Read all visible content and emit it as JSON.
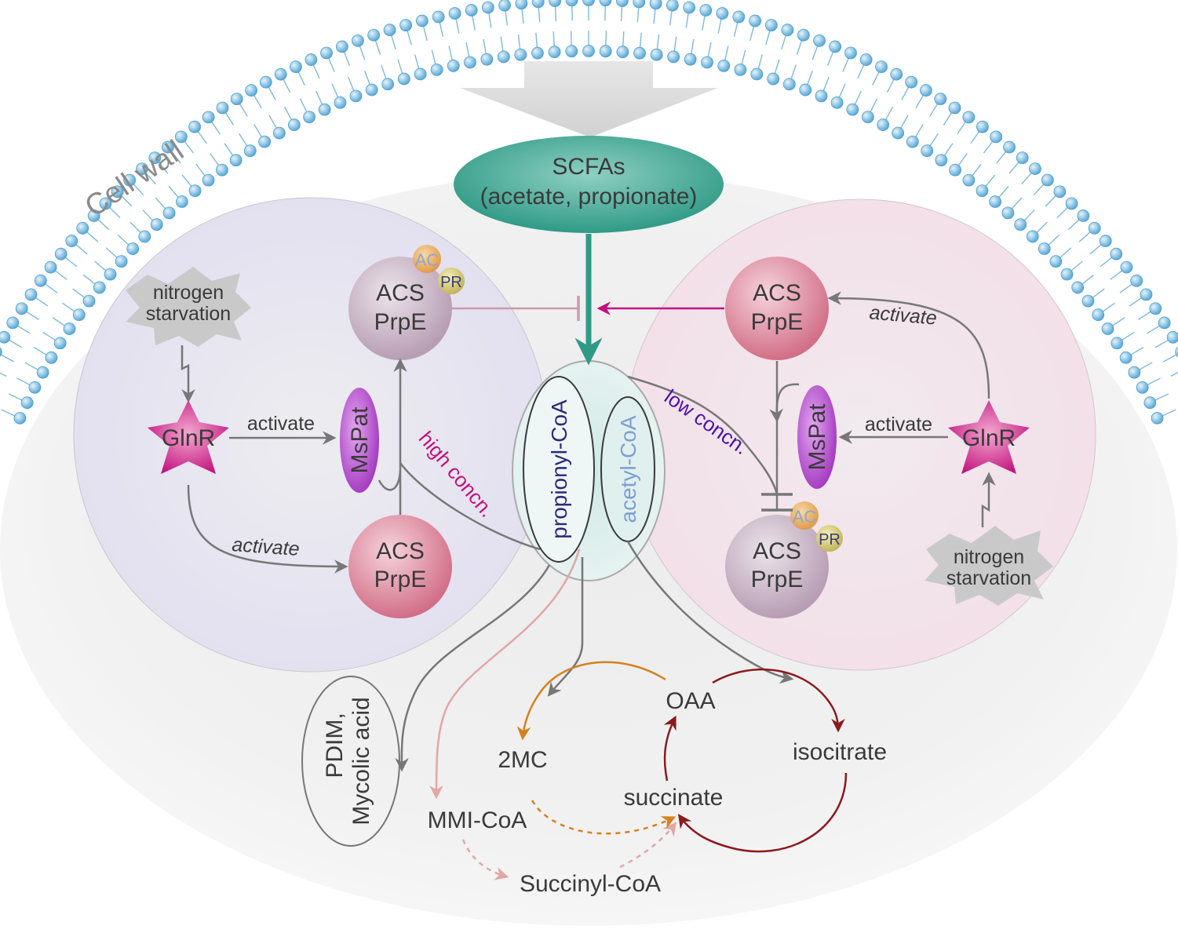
{
  "cell_wall": "Cell wall",
  "scfa": {
    "line1": "SCFAs",
    "line2": "(acetate, propionate)"
  },
  "left": {
    "stress": {
      "line1": "nitrogen",
      "line2": "starvation"
    },
    "regulator": "GlnR",
    "acetyltransferase": "MsPat",
    "enzyme_top": {
      "line1": "ACS",
      "line2": "PrpE"
    },
    "enzyme_bottom": {
      "line1": "ACS",
      "line2": "PrpE"
    },
    "mod_ac": "AC",
    "mod_pr": "PR",
    "activate_1": "activate",
    "activate_2": "activate",
    "conc_label": "high concn."
  },
  "right": {
    "stress": {
      "line1": "nitrogen",
      "line2": "starvation"
    },
    "regulator": "GlnR",
    "acetyltransferase": "MsPat",
    "enzyme_top": {
      "line1": "ACS",
      "line2": "PrpE"
    },
    "enzyme_bottom": {
      "line1": "ACS",
      "line2": "PrpE"
    },
    "mod_ac": "AC",
    "mod_pr": "PR",
    "activate_1": "activate",
    "activate_2": "activate",
    "conc_label": "low concn."
  },
  "center": {
    "propionyl": "propionyl-CoA",
    "acetyl": "acetyl-CoA"
  },
  "metabolites": {
    "pdim": {
      "line1": "PDIM,",
      "line2": "Mycolic acid"
    },
    "mmi": "MMI-CoA",
    "succinyl": "Succinyl-CoA",
    "two_mc": "2MC",
    "oaa": "OAA",
    "isocitrate": "isocitrate",
    "succinate": "succinate"
  },
  "colors": {
    "scfa": "#2f9a86",
    "glnr": "#c2127f",
    "mspat": "#a33fbf",
    "high_concn": "#c2127f",
    "low_concn": "#4a12b0",
    "tca": "#8b1a1f",
    "methylcitrate": "#d6811e",
    "mmi_path": "#e3a6a6"
  }
}
